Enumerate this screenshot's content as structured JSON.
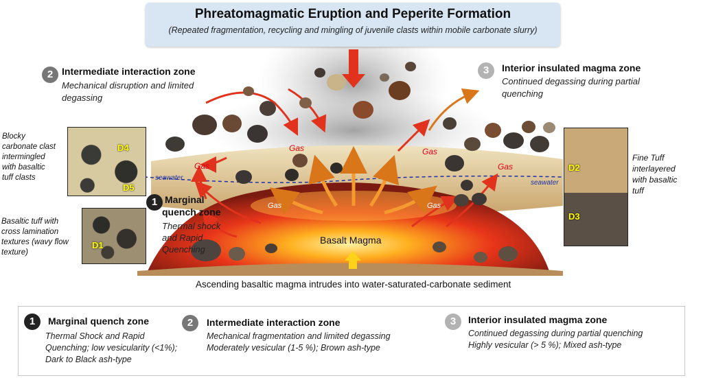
{
  "header": {
    "title": "Phreatomagmatic Eruption and Peperite Formation",
    "subtitle": "(Repeated fragmentation, recycling and mingling of juvenile clasts within mobile carbonate slurry)"
  },
  "zones": {
    "intermediate": {
      "number": "2",
      "title": "Intermediate interaction zone",
      "desc1": "Mechanical disruption and limited",
      "desc2": "degassing"
    },
    "interior": {
      "number": "3",
      "title": "Interior insulated magma zone",
      "desc1": "Continued degassing during partial",
      "desc2": "quenching"
    },
    "marginal": {
      "number": "1",
      "title1": "Marginal",
      "title2": "quench zone",
      "desc1": "Thermal shock",
      "desc2": "and Rapid",
      "desc3": "Quenching"
    }
  },
  "side_notes": {
    "left_top": [
      "Blocky",
      "carbonate clast",
      "intermingled",
      "with basaltic",
      "tuff clasts"
    ],
    "left_bottom": [
      "Basaltic tuff with",
      "cross lamination",
      "textures (wavy flow",
      "texture)"
    ],
    "right": [
      "Fine Tuff",
      "interlayered",
      "with basaltic",
      "tuff"
    ]
  },
  "panel_labels": {
    "d4": "D4",
    "d5": "D5",
    "d1": "D1",
    "d2": "D2",
    "d3": "D3"
  },
  "scene_labels": {
    "gas": "Gas",
    "seawater": "seawater",
    "magma": "Basalt Magma"
  },
  "caption": "Ascending basaltic magma intrudes into water-saturated-carbonate sediment",
  "legend": [
    {
      "number": "1",
      "title": "Marginal quench zone",
      "lines": [
        "Thermal Shock and Rapid",
        "Quenching; low vesicularity (<1%);",
        "Dark to Black ash-type"
      ]
    },
    {
      "number": "2",
      "title": "Intermediate interaction zone",
      "lines": [
        "Mechanical fragmentation and limited degassing",
        "Moderately vesicular (1-5 %); Brown ash-type"
      ]
    },
    {
      "number": "3",
      "title": "Interior insulated magma zone",
      "lines": [
        "Continued degassing during partial quenching",
        "Highly vesicular (> 5 %); Mixed ash-type"
      ]
    }
  ],
  "colors": {
    "magma": "#e8351a",
    "arrow_red": "#e0321c",
    "arrow_orange": "#f08a24",
    "seawater": "#1d2fa8",
    "title_bg": "#d8e6f3"
  }
}
